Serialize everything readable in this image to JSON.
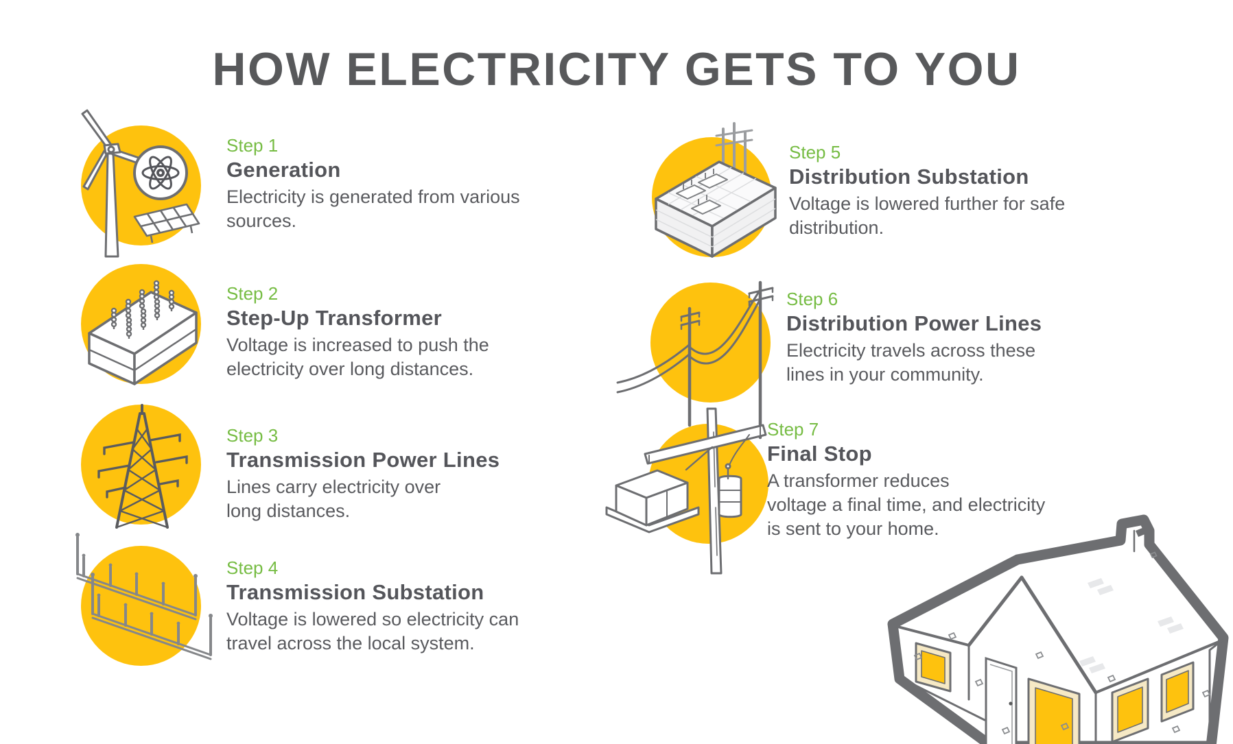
{
  "title": "HOW ELECTRICITY GETS TO YOU",
  "colors": {
    "yellow": "#FEC20E",
    "green": "#76BC43",
    "heading_text": "#54555A",
    "body_text": "#595A5E",
    "line_gray": "#6D6E71"
  },
  "steps": [
    {
      "label": "Step 1",
      "heading": "Generation",
      "body": "Electricity is generated from various\nsources.",
      "icon": "wind-turbine-atom-solar-icon"
    },
    {
      "label": "Step 2",
      "heading": "Step-Up Transformer",
      "body": "Voltage is increased to push the\nelectricity over long distances.",
      "icon": "step-up-transformer-icon"
    },
    {
      "label": "Step 3",
      "heading": "Transmission Power Lines",
      "body": "Lines carry electricity over\nlong distances.",
      "icon": "transmission-tower-icon"
    },
    {
      "label": "Step 4",
      "heading": "Transmission Substation",
      "body": "Voltage is lowered so electricity can\ntravel across the local system.",
      "icon": "transmission-substation-icon"
    },
    {
      "label": "Step 5",
      "heading": "Distribution Substation",
      "body": "Voltage is lowered further for safe\ndistribution.",
      "icon": "distribution-substation-icon"
    },
    {
      "label": "Step 6",
      "heading": "Distribution Power Lines",
      "body": "Electricity travels across these\nlines in your community.",
      "icon": "distribution-pole-lines-icon"
    },
    {
      "label": "Step 7",
      "heading": "Final Stop",
      "body": "A transformer reduces\nvoltage a final time, and electricity\nis sent to your home.",
      "icon": "pole-mounted-transformer-icon"
    }
  ],
  "house": {
    "icon": "house-illustration"
  }
}
